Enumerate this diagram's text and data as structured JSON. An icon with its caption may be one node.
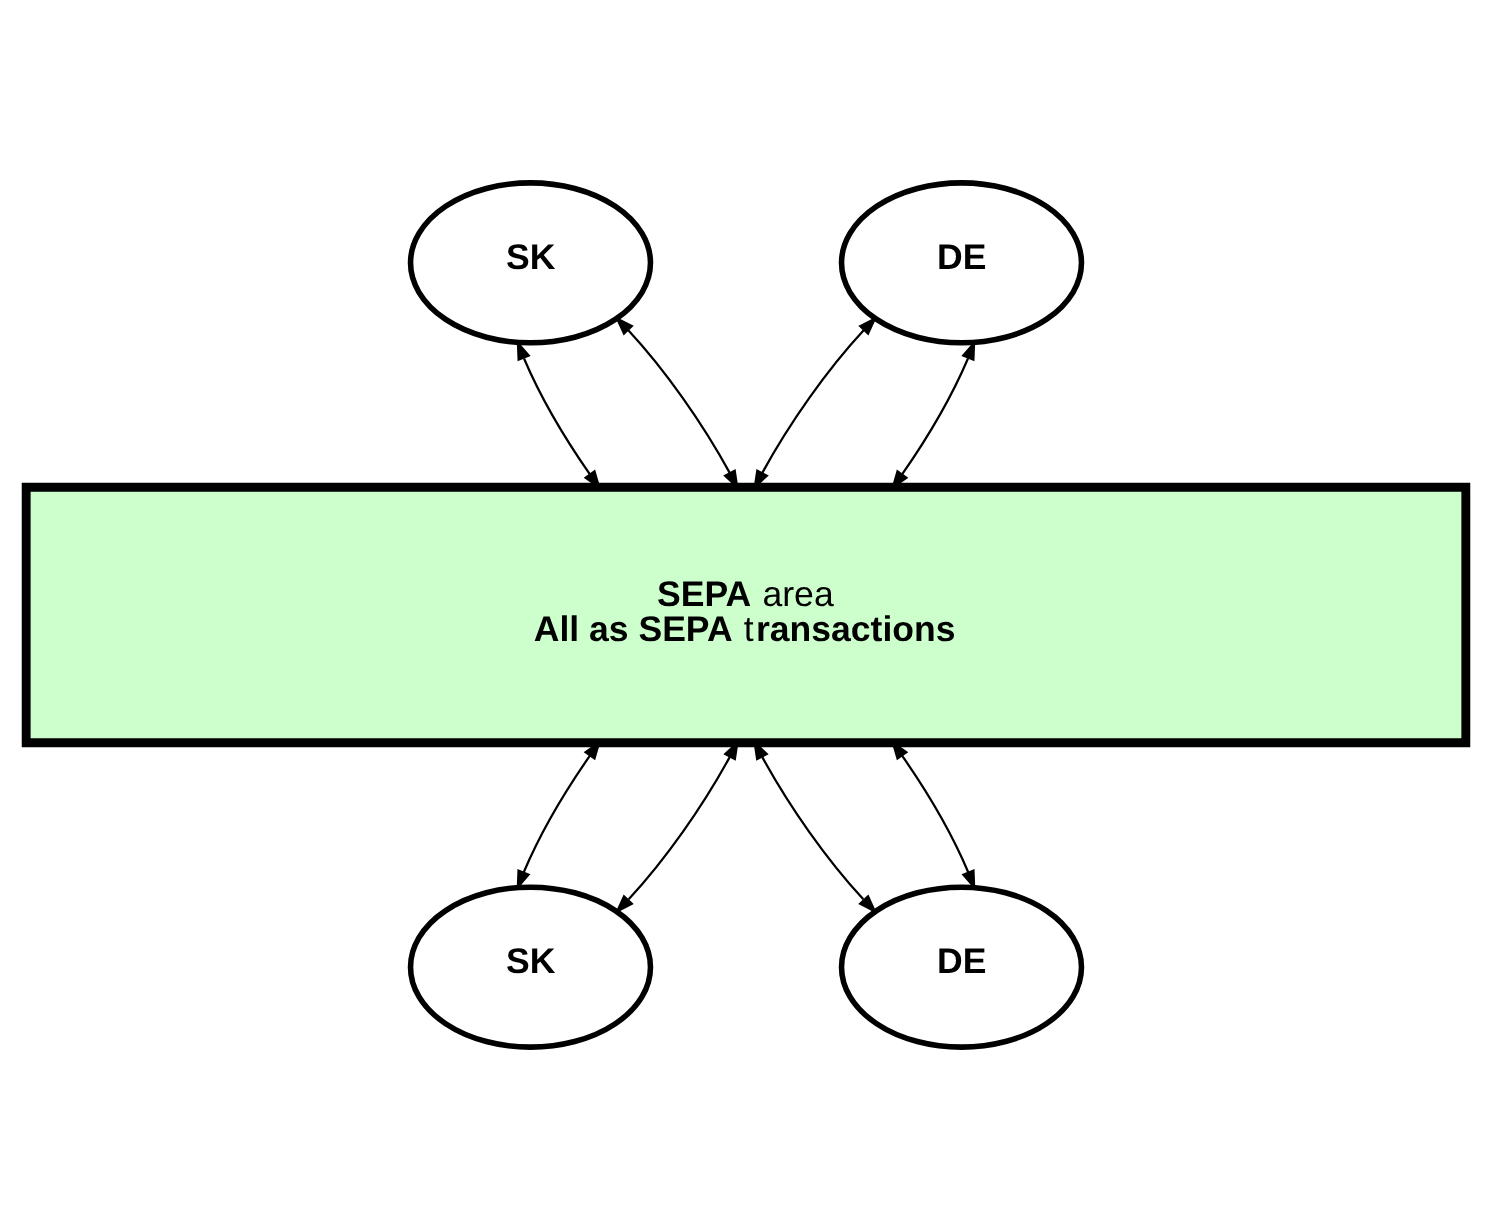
{
  "diagram": {
    "nodes": [
      {
        "text": [
          "SK"
        ]
      },
      {
        "text": [
          "DE"
        ]
      },
      {
        "text": [
          "**SEPA** area",
          "**All as SEPA** t**ransactions**"
        ]
      },
      {
        "text": [
          "SK"
        ]
      },
      {
        "text": [
          "DE"
        ]
      }
    ],
    "edges": [
      {
        "from": 0,
        "to": 2,
        "arrow": "both"
      },
      {
        "from": 0,
        "to": 2,
        "arrow": "both"
      },
      {
        "from": 1,
        "to": 2,
        "arrow": "both"
      },
      {
        "from": 1,
        "to": 2,
        "arrow": "both"
      },
      {
        "from": 2,
        "to": 3,
        "arrow": "both"
      },
      {
        "from": 2,
        "to": 3,
        "arrow": "both"
      },
      {
        "from": 2,
        "to": 4,
        "arrow": "both"
      },
      {
        "from": 2,
        "to": 4,
        "arrow": "both"
      }
    ]
  }
}
